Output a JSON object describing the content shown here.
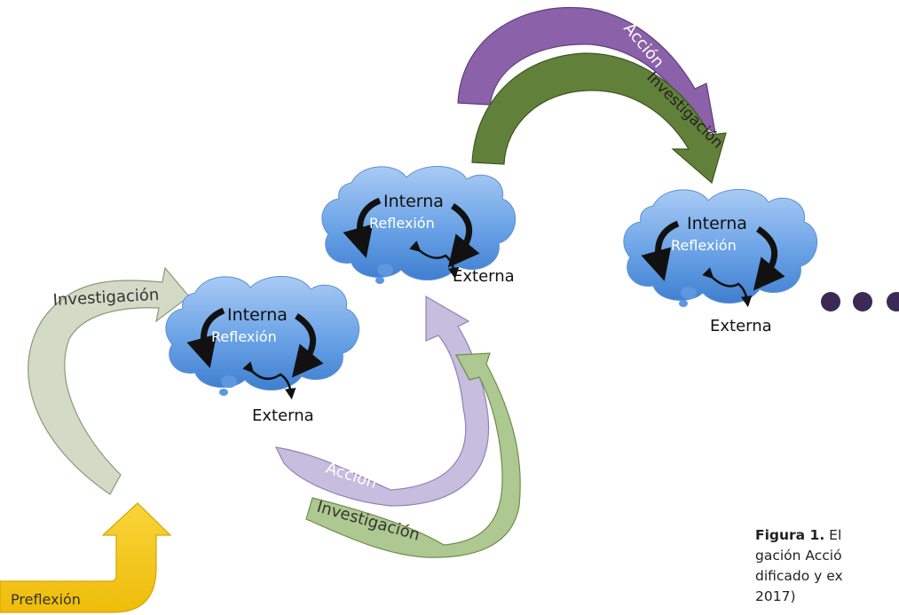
{
  "clouds": [
    {
      "interna": "Interna",
      "reflexion": "Reflexión",
      "externa": "Externa"
    },
    {
      "interna": "Interna",
      "reflexion": "Reflexión",
      "externa": "Externa"
    },
    {
      "interna": "Interna",
      "reflexion": "Reflexión",
      "externa": "Externa"
    }
  ],
  "arrows": {
    "preflexion": "Preflexión",
    "investigacion_left": "Investigación",
    "accion_bottom": "Acción",
    "investigacion_bottom": "Investigación",
    "accion_top": "Acción",
    "investigacion_top": "Investigación"
  },
  "caption": {
    "label": "Figura 1.",
    "lines": [
      "El",
      "gación Acció",
      "dificado y ex",
      "2017)"
    ]
  },
  "colors": {
    "cloud": "#5c97e0",
    "cloud_light": "#9cc4f2",
    "yellow": "#f5c518",
    "grey_green": "#cbd2bf",
    "lavender": "#c2b8dc",
    "light_green": "#a9c58a",
    "purple": "#8a63a8",
    "olive": "#5f7a34",
    "dots": "#3a2a55"
  }
}
